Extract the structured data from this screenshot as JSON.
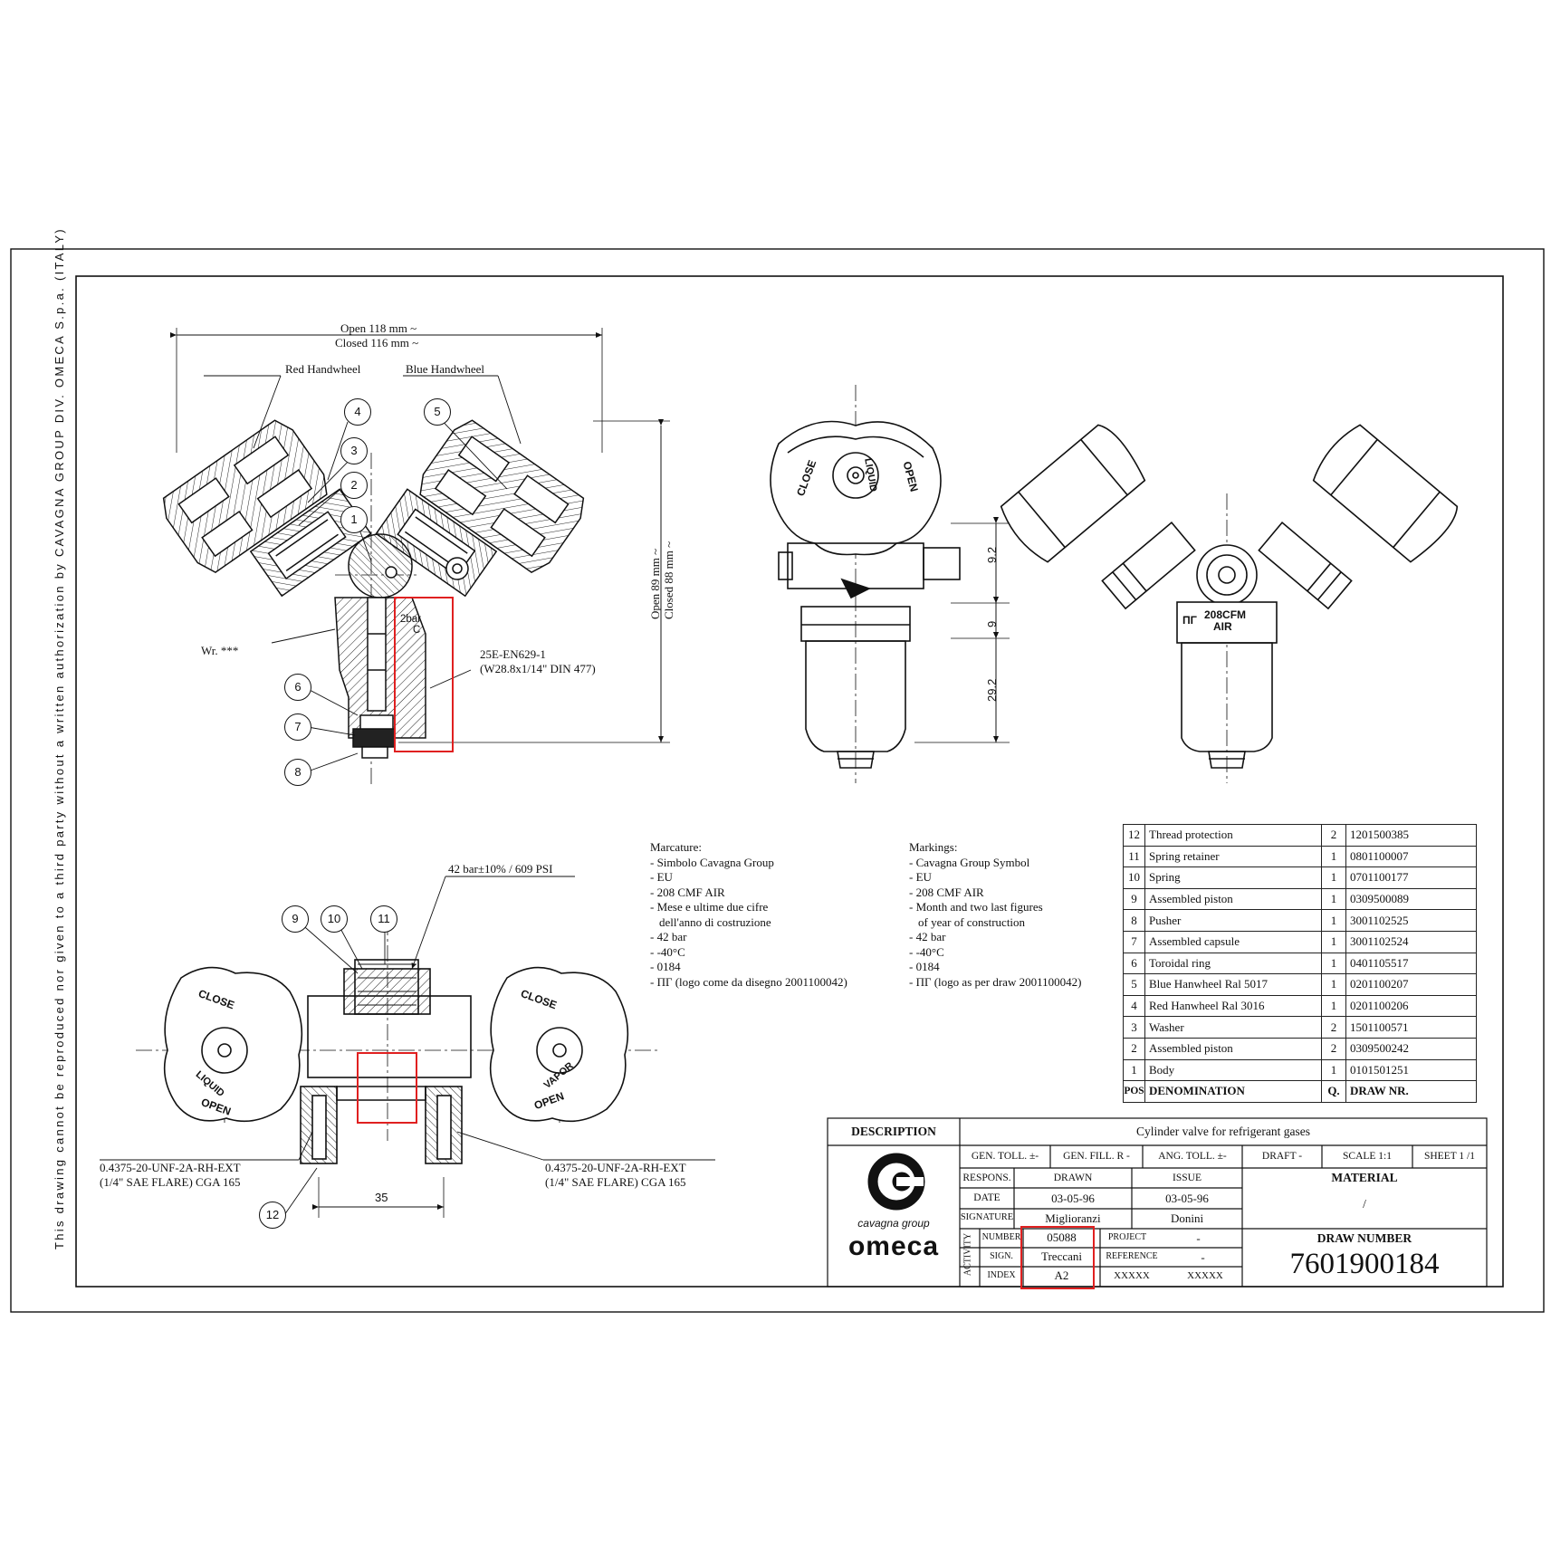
{
  "side_notice": "This drawing cannot be reproduced nor given to a third party without a written authorization by CAVAGNA GROUP DIV. OMECA S.p.a. (ITALY)",
  "front_view": {
    "open_width": "Open 118 mm ~",
    "closed_width": "Closed 116 mm ~",
    "red_handwheel": "Red Handwheel",
    "blue_handwheel": "Blue Handwheel",
    "open_height": "Open 89 mm ~",
    "closed_height": "Closed 88 mm ~",
    "wrench": "Wr. ***",
    "thread_line1": "25E-EN629-1",
    "thread_line2": "(W28.8x1/14\" DIN 477)",
    "stamp_line1": "2bar",
    "stamp_line2": "C"
  },
  "side_view": {
    "dim_1": "9.2",
    "dim_2": "9",
    "dim_3": "29.2",
    "knob_close": "CLOSE",
    "knob_liquid": "LIQUID",
    "knob_open": "OPEN"
  },
  "back_view": {
    "marking_line1": "208CFM",
    "marking_line2": "AIR",
    "pi_symbol": "ΠΓ"
  },
  "top_view": {
    "relief_setting": "42 bar±10% / 609 PSI",
    "outlet_left_line1": "0.4375-20-UNF-2A-RH-EXT",
    "outlet_left_line2": "(1/4\" SAE FLARE) CGA 165",
    "outlet_right_line1": "0.4375-20-UNF-2A-RH-EXT",
    "outlet_right_line2": "(1/4\" SAE FLARE) CGA 165",
    "spacing": "35",
    "left_knob": [
      "CLOSE",
      "LIQUID",
      "OPEN"
    ],
    "right_knob": [
      "CLOSE",
      "VAPOR",
      "OPEN"
    ]
  },
  "callouts": {
    "c1": "1",
    "c2": "2",
    "c3": "3",
    "c4": "4",
    "c5": "5",
    "c6": "6",
    "c7": "7",
    "c8": "8",
    "c9": "9",
    "c10": "10",
    "c11": "11",
    "c12": "12"
  },
  "notes_it": {
    "title": "Marcature:",
    "lines": [
      "- Simbolo Cavagna Group",
      "- EU",
      "- 208 CMF AIR",
      "- Mese e ultime due cifre",
      "  dell'anno di costruzione",
      "- 42 bar",
      "- -40°C",
      "- 0184",
      "- ΠΓ (logo come da disegno 2001100042)"
    ]
  },
  "notes_en": {
    "title": "Markings:",
    "lines": [
      "- Cavagna Group Symbol",
      "- EU",
      "- 208 CMF AIR",
      "- Month and two last figures",
      "  of year of construction",
      "- 42 bar",
      "- -40°C",
      "- 0184",
      "- ΠΓ (logo as per draw 2001100042)"
    ]
  },
  "bom": {
    "rows": [
      {
        "pos": "12",
        "den": "Thread protection",
        "q": "2",
        "dn": "1201500385"
      },
      {
        "pos": "11",
        "den": "Spring retainer",
        "q": "1",
        "dn": "0801100007"
      },
      {
        "pos": "10",
        "den": "Spring",
        "q": "1",
        "dn": "0701100177"
      },
      {
        "pos": "9",
        "den": "Assembled piston",
        "q": "1",
        "dn": "0309500089"
      },
      {
        "pos": "8",
        "den": "Pusher",
        "q": "1",
        "dn": "3001102525"
      },
      {
        "pos": "7",
        "den": "Assembled capsule",
        "q": "1",
        "dn": "3001102524"
      },
      {
        "pos": "6",
        "den": "Toroidal ring",
        "q": "1",
        "dn": "0401105517"
      },
      {
        "pos": "5",
        "den": "Blue Hanwheel Ral 5017",
        "q": "1",
        "dn": "0201100207"
      },
      {
        "pos": "4",
        "den": "Red Hanwheel Ral 3016",
        "q": "1",
        "dn": "0201100206"
      },
      {
        "pos": "3",
        "den": "Washer",
        "q": "2",
        "dn": "1501100571"
      },
      {
        "pos": "2",
        "den": "Assembled piston",
        "q": "2",
        "dn": "0309500242"
      },
      {
        "pos": "1",
        "den": "Body",
        "q": "1",
        "dn": "0101501251"
      }
    ],
    "header": {
      "pos": "POS",
      "den": "DENOMINATION",
      "q": "Q.",
      "dn": "DRAW NR."
    }
  },
  "title_block": {
    "description_label": "DESCRIPTION",
    "description": "Cylinder valve for refrigerant gases",
    "gen_toll": "GEN. TOLL. ±-",
    "gen_fill": "GEN. FILL. R -",
    "ang_toll": "ANG. TOLL. ±-",
    "draft": "DRAFT -",
    "scale": "SCALE 1:1",
    "sheet": "SHEET 1 /1",
    "respons": "RESPONS.",
    "drawn": "DRAWN",
    "issue": "ISSUE",
    "material_label": "MATERIAL",
    "material": "/",
    "date_label": "DATE",
    "date_drawn": "03-05-96",
    "date_issue": "03-05-96",
    "signature_label": "SIGNATURE",
    "sig_drawn": "Miglioranzi",
    "sig_issue": "Donini",
    "activity": "ACTIVITY",
    "number_label": "NUMBER",
    "number": "05088",
    "project_label": "PROJECT",
    "project": "-",
    "sign_label": "SIGN.",
    "sign": "Treccani",
    "reference_label": "REFERENCE",
    "reference": "-",
    "index_label": "INDEX",
    "index": "A2",
    "index_x1": "XXXXX",
    "index_x2": "XXXXX",
    "draw_number_label": "DRAW NUMBER",
    "draw_number": "7601900184",
    "logo_tagline": "cavagna group",
    "logo_name": "omeca"
  },
  "colors": {
    "ink": "#111111",
    "highlight": "#e02020",
    "paper": "#ffffff"
  }
}
